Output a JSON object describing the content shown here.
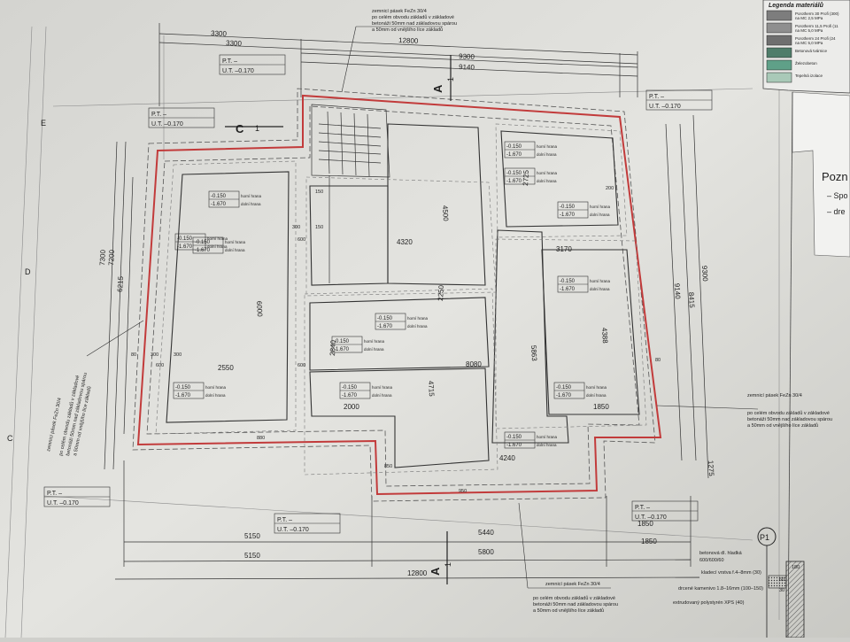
{
  "drawing": {
    "overall_dims": {
      "top_left_3300": "3300",
      "top_left_3300_b": "3300",
      "top_12800": "12800",
      "top_9300": "9300",
      "top_9140": "9140",
      "bottom_5150": "5150",
      "bottom_5150_b": "5150",
      "bottom_5440": "5440",
      "bottom_5800": "5800",
      "bottom_1850": "1850",
      "bottom_1850_b": "1850",
      "bottom_12800": "12800",
      "left_7300": "7300",
      "left_7200": "7200",
      "left_6215": "6215",
      "right_9140": "9140",
      "right_9300": "9300",
      "right_8415": "8415",
      "right_1275": "1275"
    },
    "inner_dims": {
      "d2550": "2550",
      "d6000": "6000",
      "d4320": "4320",
      "d4500": "4500",
      "d3170": "3170",
      "d4388": "4388",
      "d5863": "5863",
      "d8080": "8080",
      "d4715": "4715",
      "d2000": "2000",
      "d1850": "1850",
      "d4240": "4240",
      "d2840": "2840",
      "d2725": "2725",
      "d2250": "2250",
      "d300a": "300",
      "d300b": "300",
      "d300c": "300",
      "d600a": "600",
      "d600b": "600",
      "d600c": "600",
      "d150a": "150",
      "d150b": "150",
      "d80a": "80",
      "d80b": "80",
      "d200": "200",
      "d880": "880",
      "d850": "850",
      "d950": "950"
    },
    "level_labels": [
      {
        "top": "-0.150",
        "top_note": "horní hrana",
        "bottom": "-1.670",
        "bottom_note": "dolní hrana"
      },
      {
        "top": "-0.150",
        "top_note": "horní hrana",
        "bottom": "-1.670",
        "bottom_note": "dolní hrana"
      },
      {
        "top": "-0.150",
        "top_note": "horní hrana",
        "bottom": "-1.670",
        "bottom_note": "dolní hrana"
      },
      {
        "top": "-0.150",
        "top_note": "horní hrana",
        "bottom": "-1.670",
        "bottom_note": "dolní hrana"
      },
      {
        "top": "-0.150",
        "top_note": "horní hrana",
        "bottom": "-1.670",
        "bottom_note": "dolní hrana"
      },
      {
        "top": "-0.150",
        "top_note": "horní hrana",
        "bottom": "-1.670",
        "bottom_note": "dolní hrana"
      },
      {
        "top": "-0.150",
        "top_note": "horní hrana",
        "bottom": "-1.670",
        "bottom_note": "dolní hrana"
      },
      {
        "top": "-0.150",
        "top_note": "horní hrana",
        "bottom": "-1.670",
        "bottom_note": "dolní hrana"
      },
      {
        "top": "-0.150",
        "top_note": "horní hrana",
        "bottom": "-1.670",
        "bottom_note": "dolní hrana"
      },
      {
        "top": "-0.150",
        "top_note": "horní hrana",
        "bottom": "-1.670",
        "bottom_note": "dolní hrana"
      },
      {
        "top": "-0.150",
        "top_note": "horní hrana",
        "bottom": "-1.670",
        "bottom_note": "dolní hrana"
      },
      {
        "top": "-0.150",
        "top_note": "horní hrana",
        "bottom": "-1.670",
        "bottom_note": "dolní hrana"
      },
      {
        "top": "-0.150",
        "top_note": "horní hrana",
        "bottom": "-1.670",
        "bottom_note": "dolní hrana"
      }
    ],
    "pt_boxes": [
      {
        "pt": "P.T. –",
        "ut": "U.T. –0.170"
      },
      {
        "pt": "P.T. –",
        "ut": "U.T. –0.170"
      },
      {
        "pt": "P.T. –",
        "ut": "U.T. –0.170"
      },
      {
        "pt": "P.T. –",
        "ut": "U.T. –0.170"
      },
      {
        "pt": "P.T. –",
        "ut": "U.T. –0.170"
      },
      {
        "pt": "P.T. –",
        "ut": "U.T. –0.170"
      }
    ],
    "section_marks": {
      "a_top": "A",
      "a_top_num": "1",
      "a_bottom": "A",
      "a_bottom_num": "1",
      "c_left": "C",
      "c_num": "1"
    },
    "grid_letters": {
      "e": "E",
      "d": "D",
      "c": "C"
    },
    "annotations": {
      "zemnici_top": "zemnicí pásek FeZn 30/4",
      "zemnici_top_2": "po celém obvodu základů v základové",
      "zemnici_top_3": "betonáži 50mm nad základovou spárou",
      "zemnici_top_4": "a 50mm od vnějšího líce základů",
      "zemnici_right": "zemnicí pásek FeZn 30/4",
      "zemnici_right_2": "po celém obvodu základů v základové",
      "zemnici_right_3": "betonáži 50mm nad základovou spárou",
      "zemnici_right_4": "a 50mm od vnějšího líce základů",
      "zemnici_bottom": "zemnicí pásek FeZn 30/4",
      "zemnici_bottom_2": "po celém obvodu základů v základové",
      "zemnici_bottom_3": "betonáži 50mm nad základovou spárou",
      "zemnici_bottom_4": "a 50mm od vnějšího líce základů",
      "zemnici_left": "zemnicí pásek FeZn 30/4",
      "zemnici_left_2": "po celém obvodu základů v základové",
      "zemnici_left_3": "betonáži 50mm nad základovou spárou",
      "zemnici_left_4": "a 50mm od vnějšího líce základů"
    },
    "detail_p1": {
      "marker": "P1",
      "line1": "betonová dl. hladká",
      "line1b": "600/600/60",
      "line2": "kladecí vrstva f.4–8mm (30)",
      "line3": "drcené kamenivo 1.8–16mm (100–150)",
      "line4": "extrudovaný polystyrén XPS (40)",
      "d1": "180",
      "d2": "60",
      "d3": "30"
    }
  },
  "legend": {
    "title": "Legenda materiálů",
    "items": [
      {
        "name": "Porotherm 30 Profi (300)",
        "note": "na MC 2,5 MPa",
        "fill": "#7d7d7d"
      },
      {
        "name": "Porotherm 11,5 Profi (11",
        "note": "na MC 5,0 MPa",
        "fill": "#8f8f8f"
      },
      {
        "name": "Porotherm 24 Profi (24",
        "note": "na MC 5,0 MPa",
        "fill": "#6f6f6f"
      },
      {
        "name": "Betonová tvárnice",
        "note": "",
        "fill": "#4f7d6a"
      },
      {
        "name": "Železobeton",
        "note": "",
        "fill": "#5fa088"
      },
      {
        "name": "Tepelná izolace",
        "note": "",
        "fill": "#a9c9b8"
      }
    ]
  },
  "notes": {
    "title": "Pozn",
    "line1": "– Spo",
    "line2": "– dre"
  }
}
